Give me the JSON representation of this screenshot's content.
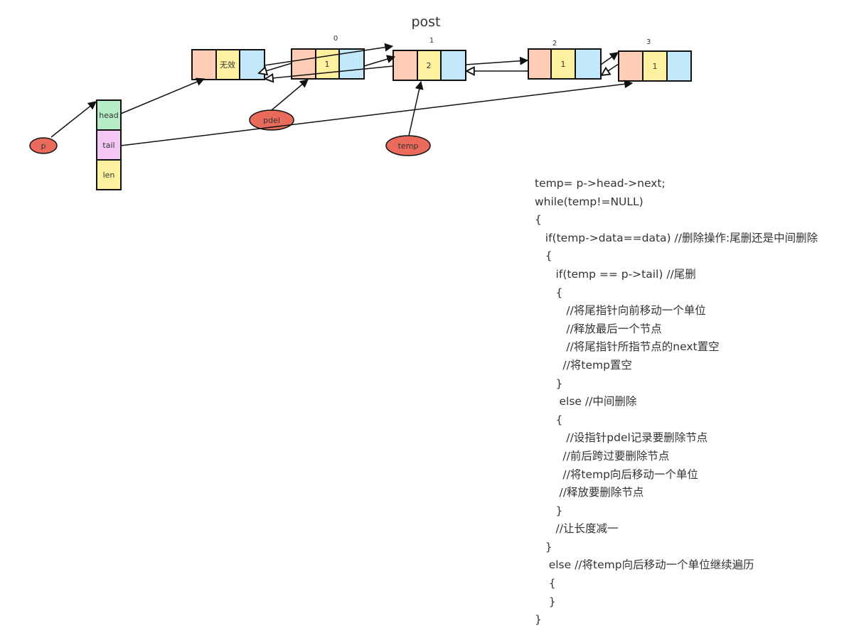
{
  "title": "post",
  "colors": {
    "prev": "#ffcdb5",
    "data": "#fff19f",
    "next": "#c2e8fb",
    "head": "#b6edc6",
    "tail": "#f5c7f4",
    "len": "#fff19f",
    "pointer": "#ea6b5c",
    "stroke": "#111111"
  },
  "nodes": [
    {
      "index": "",
      "value": "无效"
    },
    {
      "index": "0",
      "value": "1"
    },
    {
      "index": "1",
      "value": "2"
    },
    {
      "index": "2",
      "value": "1"
    },
    {
      "index": "3",
      "value": "1"
    }
  ],
  "list_struct": {
    "head": "head",
    "tail": "tail",
    "len": "len"
  },
  "pointers": {
    "p": "p",
    "pdel": "pdel",
    "temp": "temp"
  },
  "code_lines": [
    "temp= p->head->next;",
    "while(temp!=NULL)",
    "{",
    "   if(temp->data==data) //删除操作:尾删还是中间删除",
    "   {",
    "      if(temp == p->tail) //尾删",
    "      {",
    "         //将尾指针向前移动一个单位",
    "         //释放最后一个节点",
    "         //将尾指针所指节点的next置空",
    "        //将temp置空",
    "      }",
    "       else //中间删除",
    "      {",
    "         //设指针pdel记录要删除节点",
    "        //前后跨过要删除节点",
    "        //将temp向后移动一个单位",
    "       //释放要删除节点",
    "      }",
    "      //让长度减一",
    "   }",
    "    else //将temp向后移动一个单位继续遍历",
    "    {",
    "    }",
    "}"
  ]
}
